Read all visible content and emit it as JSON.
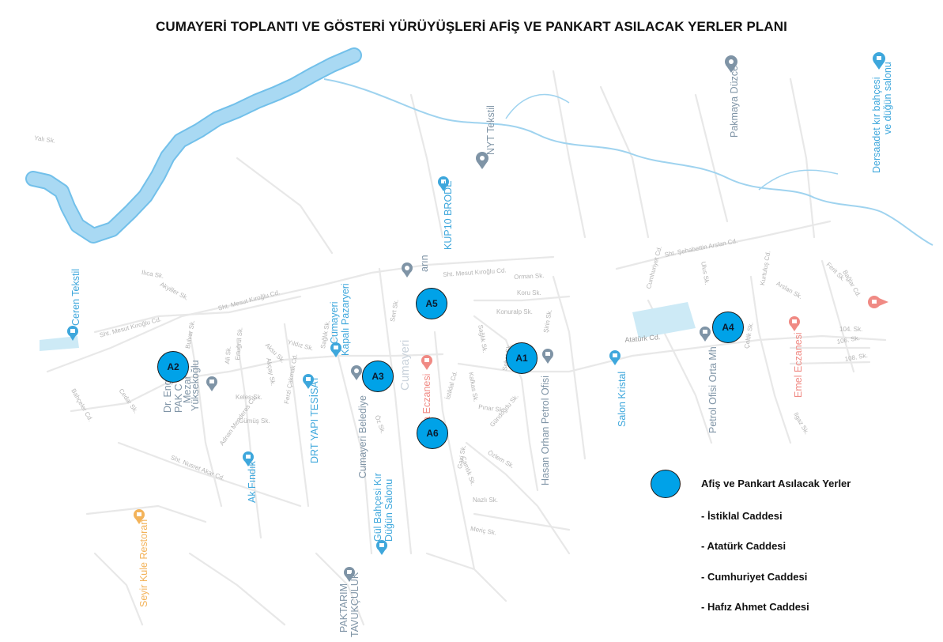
{
  "title": "CUMAYERİ TOPLANTI VE GÖSTERİ YÜRÜYÜŞLERİ AFİŞ VE PANKART ASILACAK YERLER PLANI",
  "colors": {
    "marker": "#00a2e8",
    "river": "#a9d9f3",
    "river_outline": "#72c0ea",
    "stream": "#9fd3ef",
    "road": "#e7e7e7",
    "park": "#cdeaf6",
    "poi_blue": "#3ea7dc",
    "poi_gray": "#7f94a6",
    "poi_red": "#f08a84",
    "poi_orange": "#f3b35a"
  },
  "markers": [
    {
      "id": "A1",
      "label": "A1"
    },
    {
      "id": "A2",
      "label": "A2"
    },
    {
      "id": "A3",
      "label": "A3"
    },
    {
      "id": "A4",
      "label": "A4"
    },
    {
      "id": "A5",
      "label": "A5"
    },
    {
      "id": "A6",
      "label": "A6"
    }
  ],
  "legend": {
    "title": "Afiş ve Pankart Asılacak Yerler",
    "items": [
      "- İstiklal Caddesi",
      "- Atatürk Caddesi",
      "- Cumhuriyet Caddesi",
      "- Hafız Ahmet Caddesi"
    ]
  },
  "pois": {
    "ceren": "Ceren Tekstil",
    "dr_engin": "Dr. Engin",
    "pak": "PAK C",
    "mezarlik": "Mezar",
    "yuksekoglu": "Yüksekoğlu",
    "cumayeri_pazar_1": "Cumayeri",
    "cumayeri_pazar_2": "Kapalı Pazaryeri",
    "drt": "DRT YAPI TESİSAT",
    "ak_findik": "Ak Fındık",
    "belediye": "Cumayeri Belediye",
    "eczane": "ya Eczanesi",
    "gul_1": "Gül Bahçesi Kır",
    "gul_2": "Düğün Salonu",
    "hasan": "Hasan Orhan Petrol Ofisi",
    "salon": "Salon Kristal",
    "petrol": "Petrol Ofisi Orta Mh",
    "emel": "Emel Eczanesi",
    "seyir": "Seyir Kule Restoran",
    "paktarim_1": "PAKTARIM",
    "paktarim_2": "TAVUKÇULUK",
    "kup10": "KUP10 BRODE",
    "nyt": "NYT Tekstil",
    "pakmaya": "Pakmaya Düzce",
    "dersaadet_1": "Dersaadet kır bahçesi",
    "dersaadet_2": "ve düğün salonu",
    "cumayeri_town": "Cumayeri",
    "arin": "arın"
  },
  "streets": {
    "s1": "Sht. Mesut Kıroğlu Cd.",
    "s2": "Sht. Mesut Kıroğlu Cd.",
    "s3": "Sht. Mesut Kıroğlu Cd.",
    "s4": "Orman Sk.",
    "s5": "Koru Sk.",
    "s6": "Konuralp Sk.",
    "s7": "Atatürk Cd.",
    "s8": "Sht. Şehabettin Arslan Cd.",
    "s9": "104. Sk.",
    "s10": "106. Sk.",
    "s11": "108. Sk.",
    "s12": "Keleş Sk.",
    "s13": "Gümüş Sk.",
    "s14": "Adnan Menderes Cd.",
    "s15": "Sht. Nusret Akar Cd.",
    "s16": "Bahçeler Cd.",
    "s17": "Sağlık Sk.",
    "s18": "Nazlı Sk.",
    "s19": "Meriç Sk.",
    "s20": "Ferzi Çakmak Cd.",
    "s21": "Ali Sk.",
    "s22": "Ertuğrul Sk.",
    "s23": "Bulvar Sk.",
    "s24": "Cedar Sk.",
    "s25": "Akyiller Sk.",
    "s26": "Ilıca Sk.",
    "s27": "Yıldız Sk.",
    "s28": "Akçay Sk.",
    "s29": "Aksu Sk.",
    "s30": "Sağlık Sk.",
    "s31": "Gazi Sk.",
    "s32": "Çamlık Sk.",
    "s33": "Özlem Sk.",
    "s34": "Sert Sk.",
    "s35": "Öz Sk.",
    "s36": "Pınar Sk.",
    "s37": "İstiklal Cd.",
    "s38": "Kafkas Sk.",
    "s39": "Sebat Sk.",
    "s40": "Gündoğdu Sk.",
    "s41": "Şirin Sk.",
    "s42": "Kurtuluş Cd.",
    "s43": "Bağlar Cd.",
    "s44": "Cumhuriyet Cd.",
    "s45": "Arslan Sk.",
    "s46": "Ferit Sk.",
    "s47": "Yalı Sk.",
    "s48": "Ulus Sk.",
    "s49": "Çeltik Sk.",
    "s50": "Ilgaz Sk."
  }
}
